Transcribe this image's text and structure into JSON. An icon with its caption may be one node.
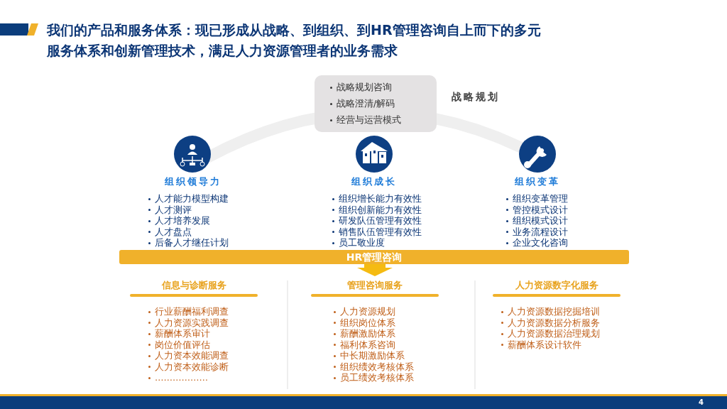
{
  "diagram": {
    "title": "我们的产品和服务体系：现已形成从战略、到组织、到HR管理咨询自上而下的多元服务体系和创新管理技术，满足人力资源管理者的业务需求",
    "nodes": [
      {
        "text": [
          "战略规划咨询",
          "战略澄清/解码",
          "经营与运营模式"
        ],
        "beside": [
          "战略规划"
        ]
      },
      {
        "text": [
          "组织领导力",
          "人才能力模型构建",
          "人才测评",
          "人才培养发展",
          "人才盘点",
          "后备人才继任计划"
        ]
      },
      {
        "text": [
          "组织成长",
          "组织增长能力有效性",
          "组织创新能力有效性",
          "研发队伍管理有效性",
          "销售队伍管理有效性",
          "员工敬业度"
        ]
      },
      {
        "text": [
          "组织变革",
          "组织变革管理",
          "管控模式设计",
          "组织模式设计",
          "业务流程设计",
          "企业文化咨询"
        ]
      },
      {
        "text": [
          "HR管理咨询"
        ]
      },
      {
        "text": [
          "信息与诊断服务",
          "行业薪酬福利调查",
          "人力资源实践调查",
          "薪酬体系审计",
          "岗位价值评估",
          "人力资本效能调查",
          "人力资本效能诊断",
          "………………"
        ]
      },
      {
        "text": [
          "管理咨询服务",
          "人力资源规划",
          "组织岗位体系",
          "薪酬激励体系",
          "福利体系咨询",
          "中长期激励体系",
          "组织绩效考核体系",
          "员工绩效考核体系"
        ]
      },
      {
        "text": [
          "人力资源数字化服务",
          "人力资源数据挖掘培训",
          "人力资源数据分析服务",
          "人力资源数据治理规划",
          "薪酬体系设计软件"
        ]
      }
    ],
    "edges": [
      {
        "from": 4,
        "to": 6,
        "arrow": "to"
      }
    ],
    "labels": [
      "4"
    ]
  }
}
